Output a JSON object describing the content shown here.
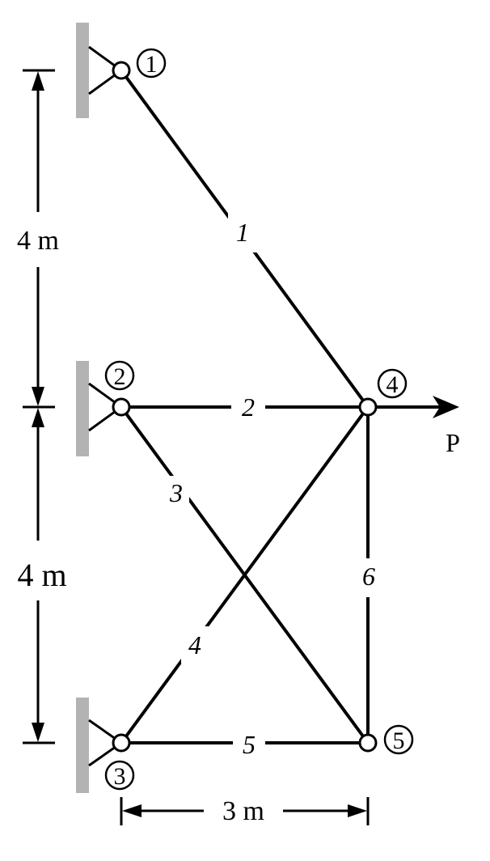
{
  "nodes": [
    {
      "id": "1",
      "label": "1"
    },
    {
      "id": "2",
      "label": "2"
    },
    {
      "id": "3",
      "label": "3"
    },
    {
      "id": "4",
      "label": "4"
    },
    {
      "id": "5",
      "label": "5"
    }
  ],
  "members": [
    {
      "id": "1",
      "label": "1",
      "from": "1",
      "to": "4"
    },
    {
      "id": "2",
      "label": "2",
      "from": "2",
      "to": "4"
    },
    {
      "id": "3",
      "label": "3",
      "from": "2",
      "to": "5"
    },
    {
      "id": "4",
      "label": "4",
      "from": "3",
      "to": "4"
    },
    {
      "id": "5",
      "label": "5",
      "from": "3",
      "to": "5"
    },
    {
      "id": "6",
      "label": "6",
      "from": "4",
      "to": "5"
    }
  ],
  "dimensions": {
    "upper_height": "4 m",
    "lower_height": "4 m",
    "width": "3 m"
  },
  "load": {
    "label": "P",
    "node": "4",
    "direction": "right"
  }
}
